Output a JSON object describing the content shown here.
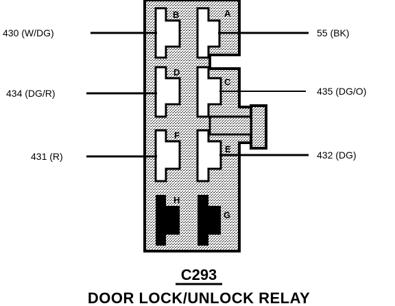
{
  "connector": {
    "code": "C293",
    "name": "DOOR LOCK/UNLOCK RELAY"
  },
  "wires": [
    {
      "label": "430 (W/DG)",
      "pin": "B"
    },
    {
      "label": "55 (BK)",
      "pin": "A"
    },
    {
      "label": "434 (DG/R)",
      "pin": "D"
    },
    {
      "label": "435 (DG/O)",
      "pin": "C"
    },
    {
      "label": "431 (R)",
      "pin": "F"
    },
    {
      "label": "432 (DG)",
      "pin": "E"
    }
  ],
  "pins": [
    "A",
    "B",
    "C",
    "D",
    "E",
    "F",
    "G",
    "H"
  ],
  "colors": {
    "housing_fill": "#c8c8c8",
    "line": "#000000",
    "terminal": "#ffffff"
  }
}
